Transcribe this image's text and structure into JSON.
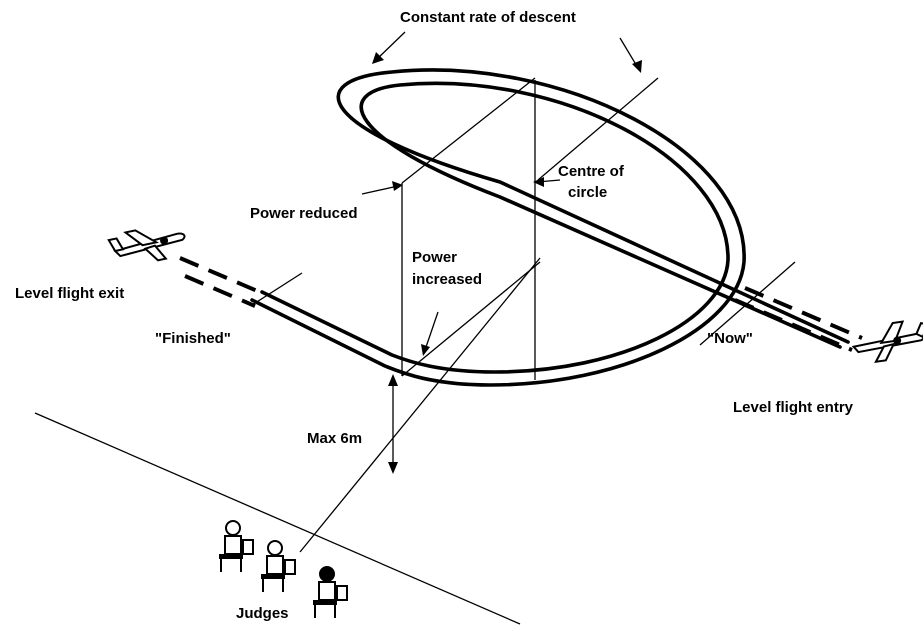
{
  "labels": {
    "top": "Constant rate of descent",
    "centre_line1": "Centre of",
    "centre_line2": "circle",
    "power_reduced": "Power reduced",
    "power_increased_line1": "Power",
    "power_increased_line2": "increased",
    "level_exit": "Level flight exit",
    "finished": "\"Finished\"",
    "now": "\"Now\"",
    "level_entry": "Level flight entry",
    "max_height": "Max 6m",
    "judges": "Judges"
  },
  "icons": {
    "plane_exit": "airplane-icon",
    "plane_entry": "airplane-icon",
    "judges": "judge-figure-icon"
  }
}
